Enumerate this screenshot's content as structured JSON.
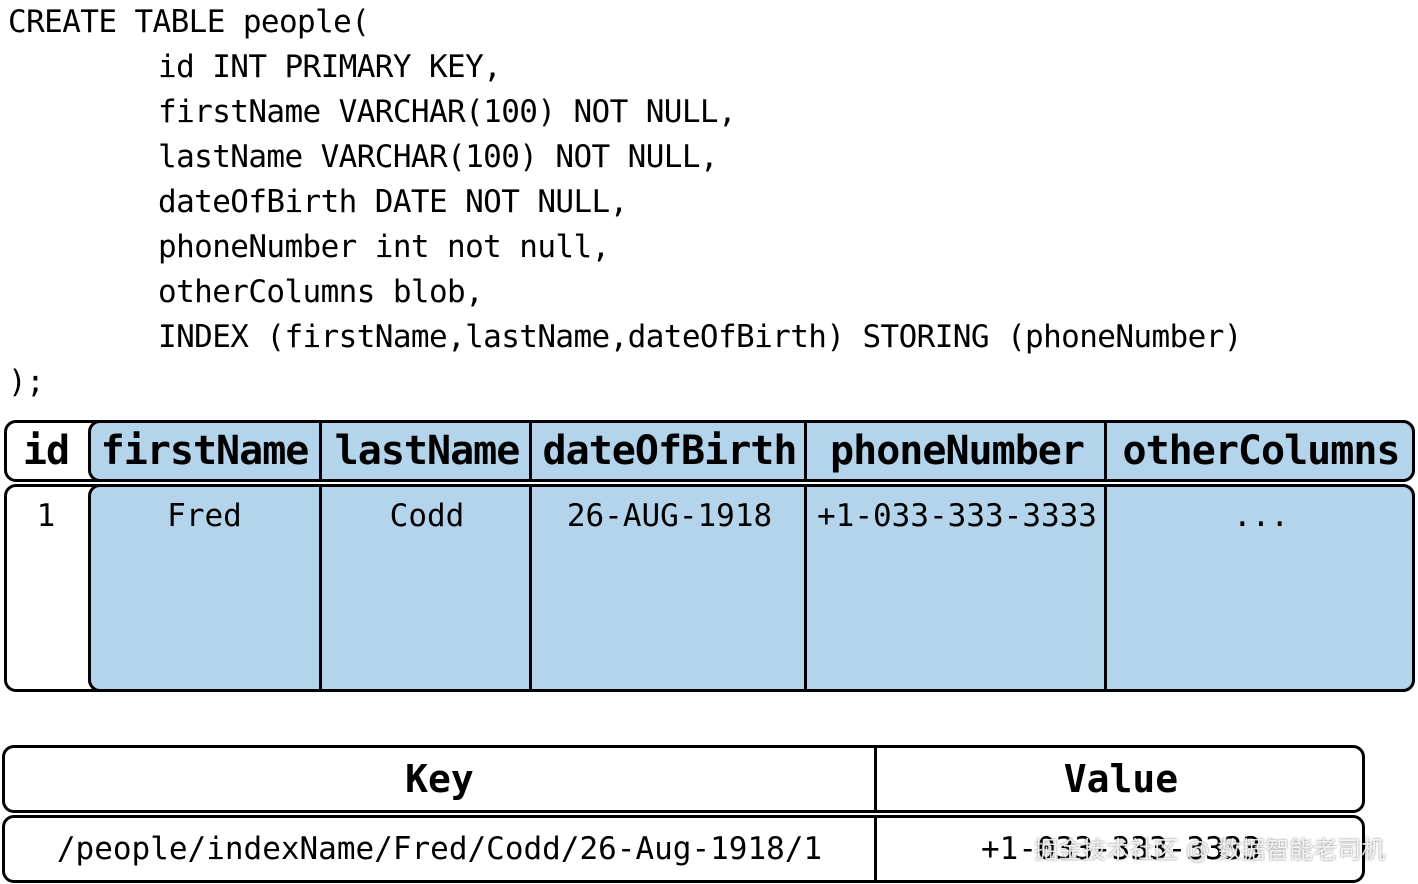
{
  "code": {
    "lines": [
      "CREATE TABLE people(",
      "id INT PRIMARY KEY,",
      "firstName VARCHAR(100) NOT NULL,",
      "lastName VARCHAR(100) NOT NULL,",
      "dateOfBirth DATE NOT NULL,",
      "phoneNumber int not null,",
      "otherColumns blob,",
      "INDEX (firstName,lastName,dateOfBirth) STORING (phoneNumber)",
      ");"
    ]
  },
  "table": {
    "headers": [
      "id",
      "firstName",
      "lastName",
      "dateOfBirth",
      "phoneNumber",
      "otherColumns"
    ],
    "row": [
      "1",
      "Fred",
      "Codd",
      "26-AUG-1918",
      "+1-033-333-3333",
      "..."
    ],
    "highlight_color": "#b3d4ea"
  },
  "kv": {
    "key_header": "Key",
    "value_header": "Value",
    "key": "/people/indexName/Fred/Codd/26-Aug-1918/1",
    "value": "+1-033-333-3333"
  },
  "watermark": "掘金技术社区 @ 数据智能老司机"
}
